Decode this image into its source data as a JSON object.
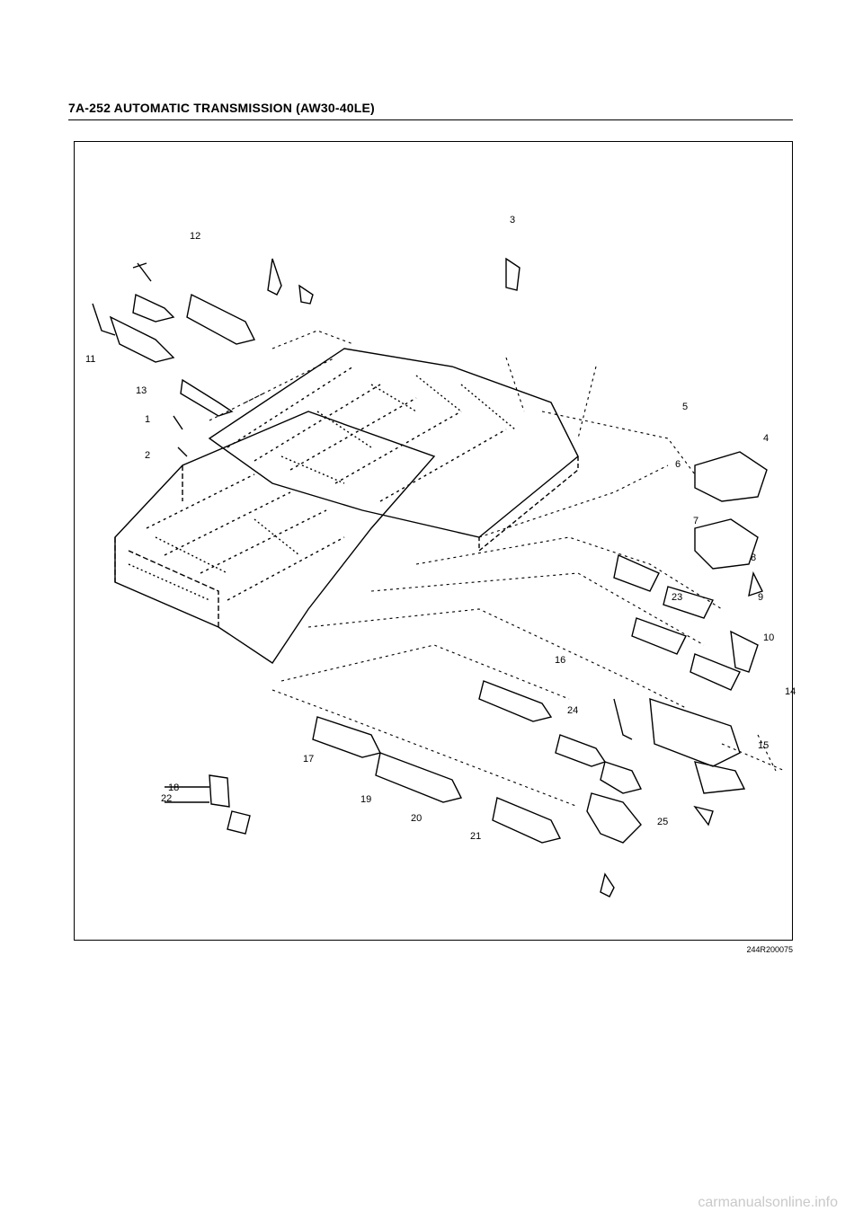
{
  "page": {
    "header_title": "7A-252  AUTOMATIC TRANSMISSION (AW30-40LE)"
  },
  "figure": {
    "code": "244R200075",
    "callouts": [
      {
        "label": "1"
      },
      {
        "label": "2"
      },
      {
        "label": "3"
      },
      {
        "label": "4"
      },
      {
        "label": "5"
      },
      {
        "label": "6"
      },
      {
        "label": "7"
      },
      {
        "label": "8"
      },
      {
        "label": "9"
      },
      {
        "label": "10"
      },
      {
        "label": "11"
      },
      {
        "label": "12"
      },
      {
        "label": "13"
      },
      {
        "label": "14"
      },
      {
        "label": "15"
      },
      {
        "label": "16"
      },
      {
        "label": "17"
      },
      {
        "label": "18"
      },
      {
        "label": "19"
      },
      {
        "label": "20"
      },
      {
        "label": "21"
      },
      {
        "label": "22"
      },
      {
        "label": "23"
      },
      {
        "label": "24"
      },
      {
        "label": "25"
      }
    ]
  },
  "watermark": "carmanualsonline.info"
}
